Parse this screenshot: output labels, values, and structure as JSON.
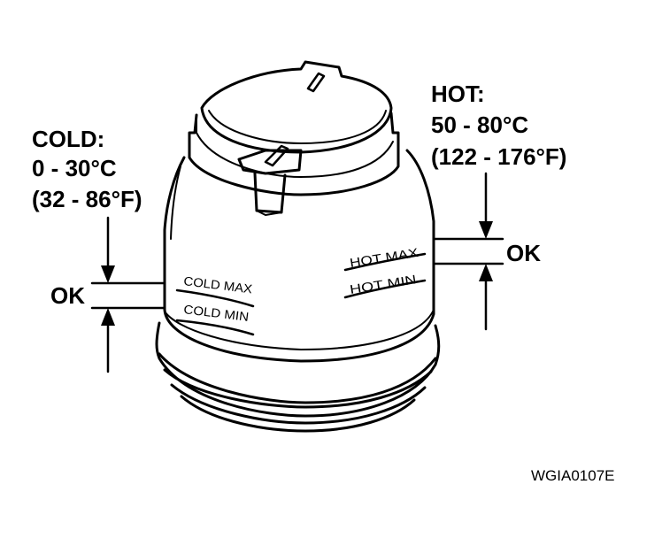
{
  "cold": {
    "heading": "COLD:",
    "celsius": "0 - 30°C",
    "fahrenheit": "(32 - 86°F)",
    "ok": "OK"
  },
  "hot": {
    "heading": "HOT:",
    "celsius": "50 - 80°C",
    "fahrenheit": "(122 - 176°F)",
    "ok": "OK"
  },
  "reservoir": {
    "cold_max": "COLD MAX",
    "cold_min": "COLD MIN",
    "hot_max": "HOT MAX",
    "hot_min": "HOT MIN"
  },
  "figure_ref": "WGIA0107E"
}
